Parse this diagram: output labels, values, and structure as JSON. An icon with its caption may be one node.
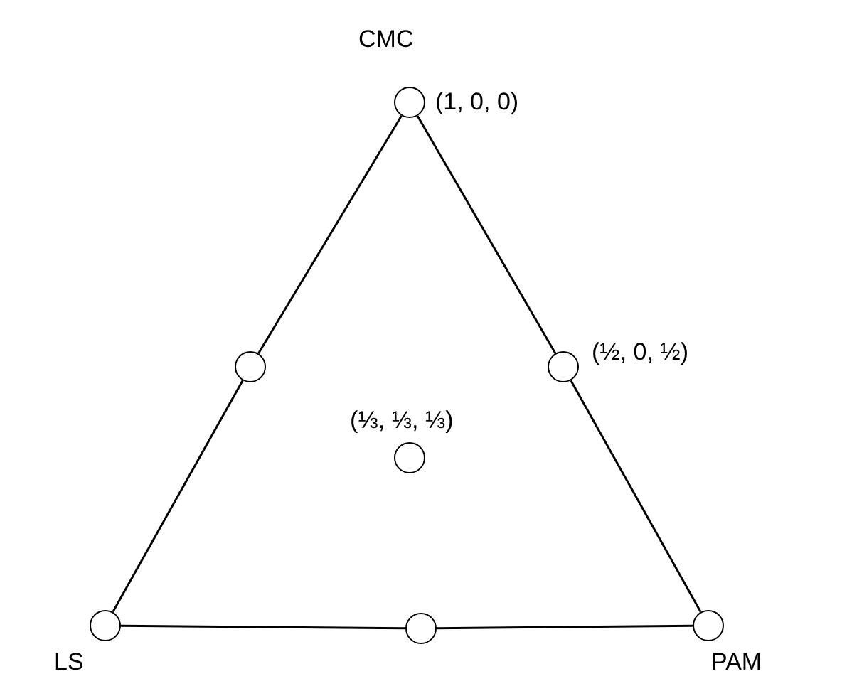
{
  "diagram": {
    "nodes": [
      {
        "text": [],
        "shape": "circle",
        "beside": [
          "CMC",
          "(1, 0, 0)"
        ]
      },
      {
        "text": [],
        "shape": "circle"
      },
      {
        "text": [],
        "shape": "circle",
        "beside": [
          "(½, 0, ½)"
        ]
      },
      {
        "text": [],
        "shape": "circle",
        "beside": [
          "(⅓, ⅓, ⅓)"
        ]
      },
      {
        "text": [],
        "shape": "circle",
        "beside": [
          "LS"
        ]
      },
      {
        "text": [],
        "shape": "circle"
      },
      {
        "text": [],
        "shape": "circle",
        "beside": [
          "PAM"
        ]
      }
    ],
    "edges": [
      {
        "from": 0,
        "to": 1,
        "arrow": "none"
      },
      {
        "from": 1,
        "to": 4,
        "arrow": "none"
      },
      {
        "from": 0,
        "to": 2,
        "arrow": "none"
      },
      {
        "from": 2,
        "to": 6,
        "arrow": "none"
      },
      {
        "from": 4,
        "to": 5,
        "arrow": "none"
      },
      {
        "from": 5,
        "to": 6,
        "arrow": "none"
      }
    ]
  }
}
